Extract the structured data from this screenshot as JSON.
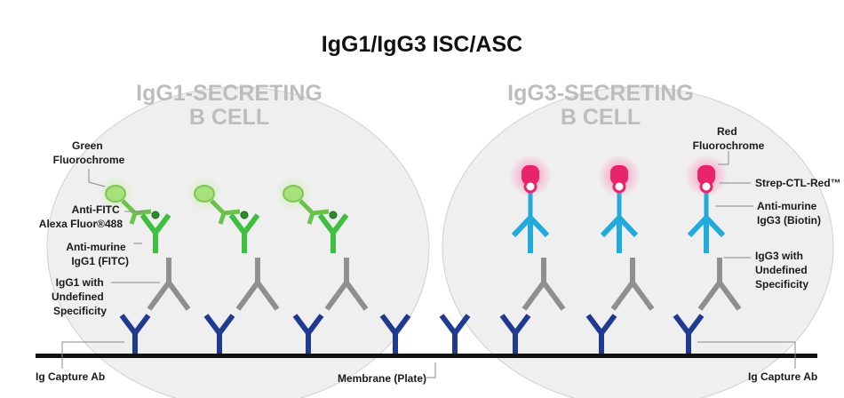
{
  "title": "IgG1/IgG3 ISC/ASC",
  "cells": {
    "left": {
      "line1": "IgG1-SECRETING",
      "line2": "B CELL"
    },
    "right": {
      "line1": "IgG3-SECRETING",
      "line2": "B CELL"
    }
  },
  "labels": {
    "green_fluorochrome": [
      "Green",
      "Fluorochrome"
    ],
    "anti_fitc": [
      "Anti-FITC",
      "Alexa Fluor®488"
    ],
    "anti_murine_igg1": [
      "Anti-murine",
      "IgG1 (FITC)"
    ],
    "igg1_undefined": [
      "IgG1 with",
      "Undefined",
      "Specificity"
    ],
    "red_fluorochrome": [
      "Red",
      "Fluorochrome"
    ],
    "strep_ctl_red": "Strep-CTL-Red™",
    "anti_murine_igg3": [
      "Anti-murine",
      "IgG3 (Biotin)"
    ],
    "igg3_undefined": [
      "IgG3 with",
      "Undefined",
      "Specificity"
    ],
    "capture_left": "Ig Capture Ab",
    "capture_right": "Ig Capture Ab",
    "membrane": "Membrane (Plate)"
  },
  "colors": {
    "capture": "#1f3a8f",
    "igg": "#8f8f8f",
    "green_antibody": "#3fbf3f",
    "green_fluor": "#9be07a",
    "blue_antibody": "#22aadd",
    "red_fluor": "#e8246b",
    "cell": "#efefef"
  }
}
